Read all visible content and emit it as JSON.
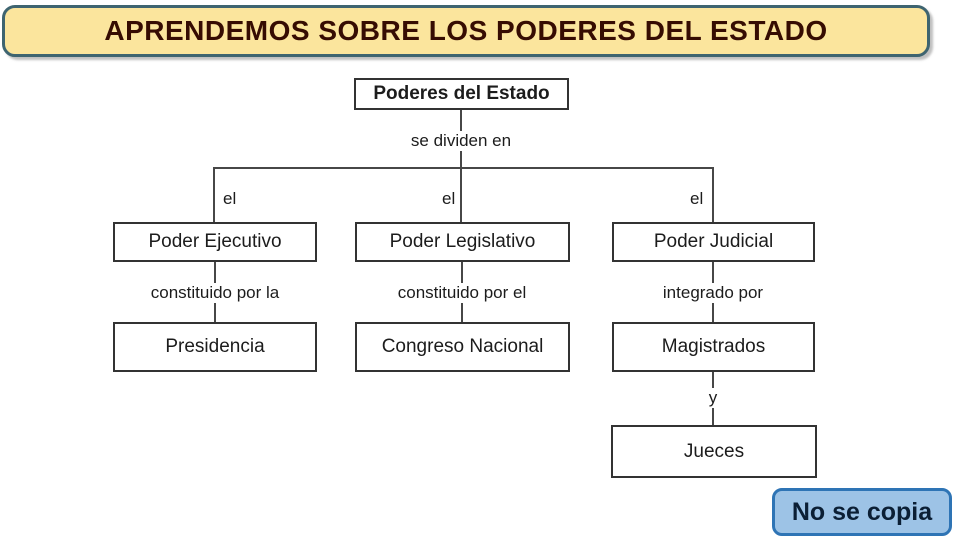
{
  "banner": {
    "title": "APRENDEMOS SOBRE LOS PODERES DEL ESTADO",
    "bg_color": "#FBE59D",
    "border_color": "#3E6470",
    "title_color": "#360C02"
  },
  "diagram": {
    "root": "Poderes del Estado",
    "root_connector": "se dividen en",
    "branches": [
      {
        "connector": "el",
        "power": "Poder Ejecutivo",
        "sub_connector": "constituido por la",
        "sub": "Presidencia"
      },
      {
        "connector": "el",
        "power": "Poder Legislativo",
        "sub_connector": "constituido por el",
        "sub": "Congreso Nacional"
      },
      {
        "connector": "el",
        "power": "Poder Judicial",
        "sub_connector": "integrado por",
        "sub": "Magistrados",
        "sub2_connector": "y",
        "sub2": "Jueces"
      }
    ],
    "line_color": "#474747",
    "box_border_color": "#333333"
  },
  "footer": {
    "note": "No se copia",
    "bg_color": "#9DC3E6",
    "border_color": "#2E74B5",
    "text_color": "#0B1F35"
  }
}
